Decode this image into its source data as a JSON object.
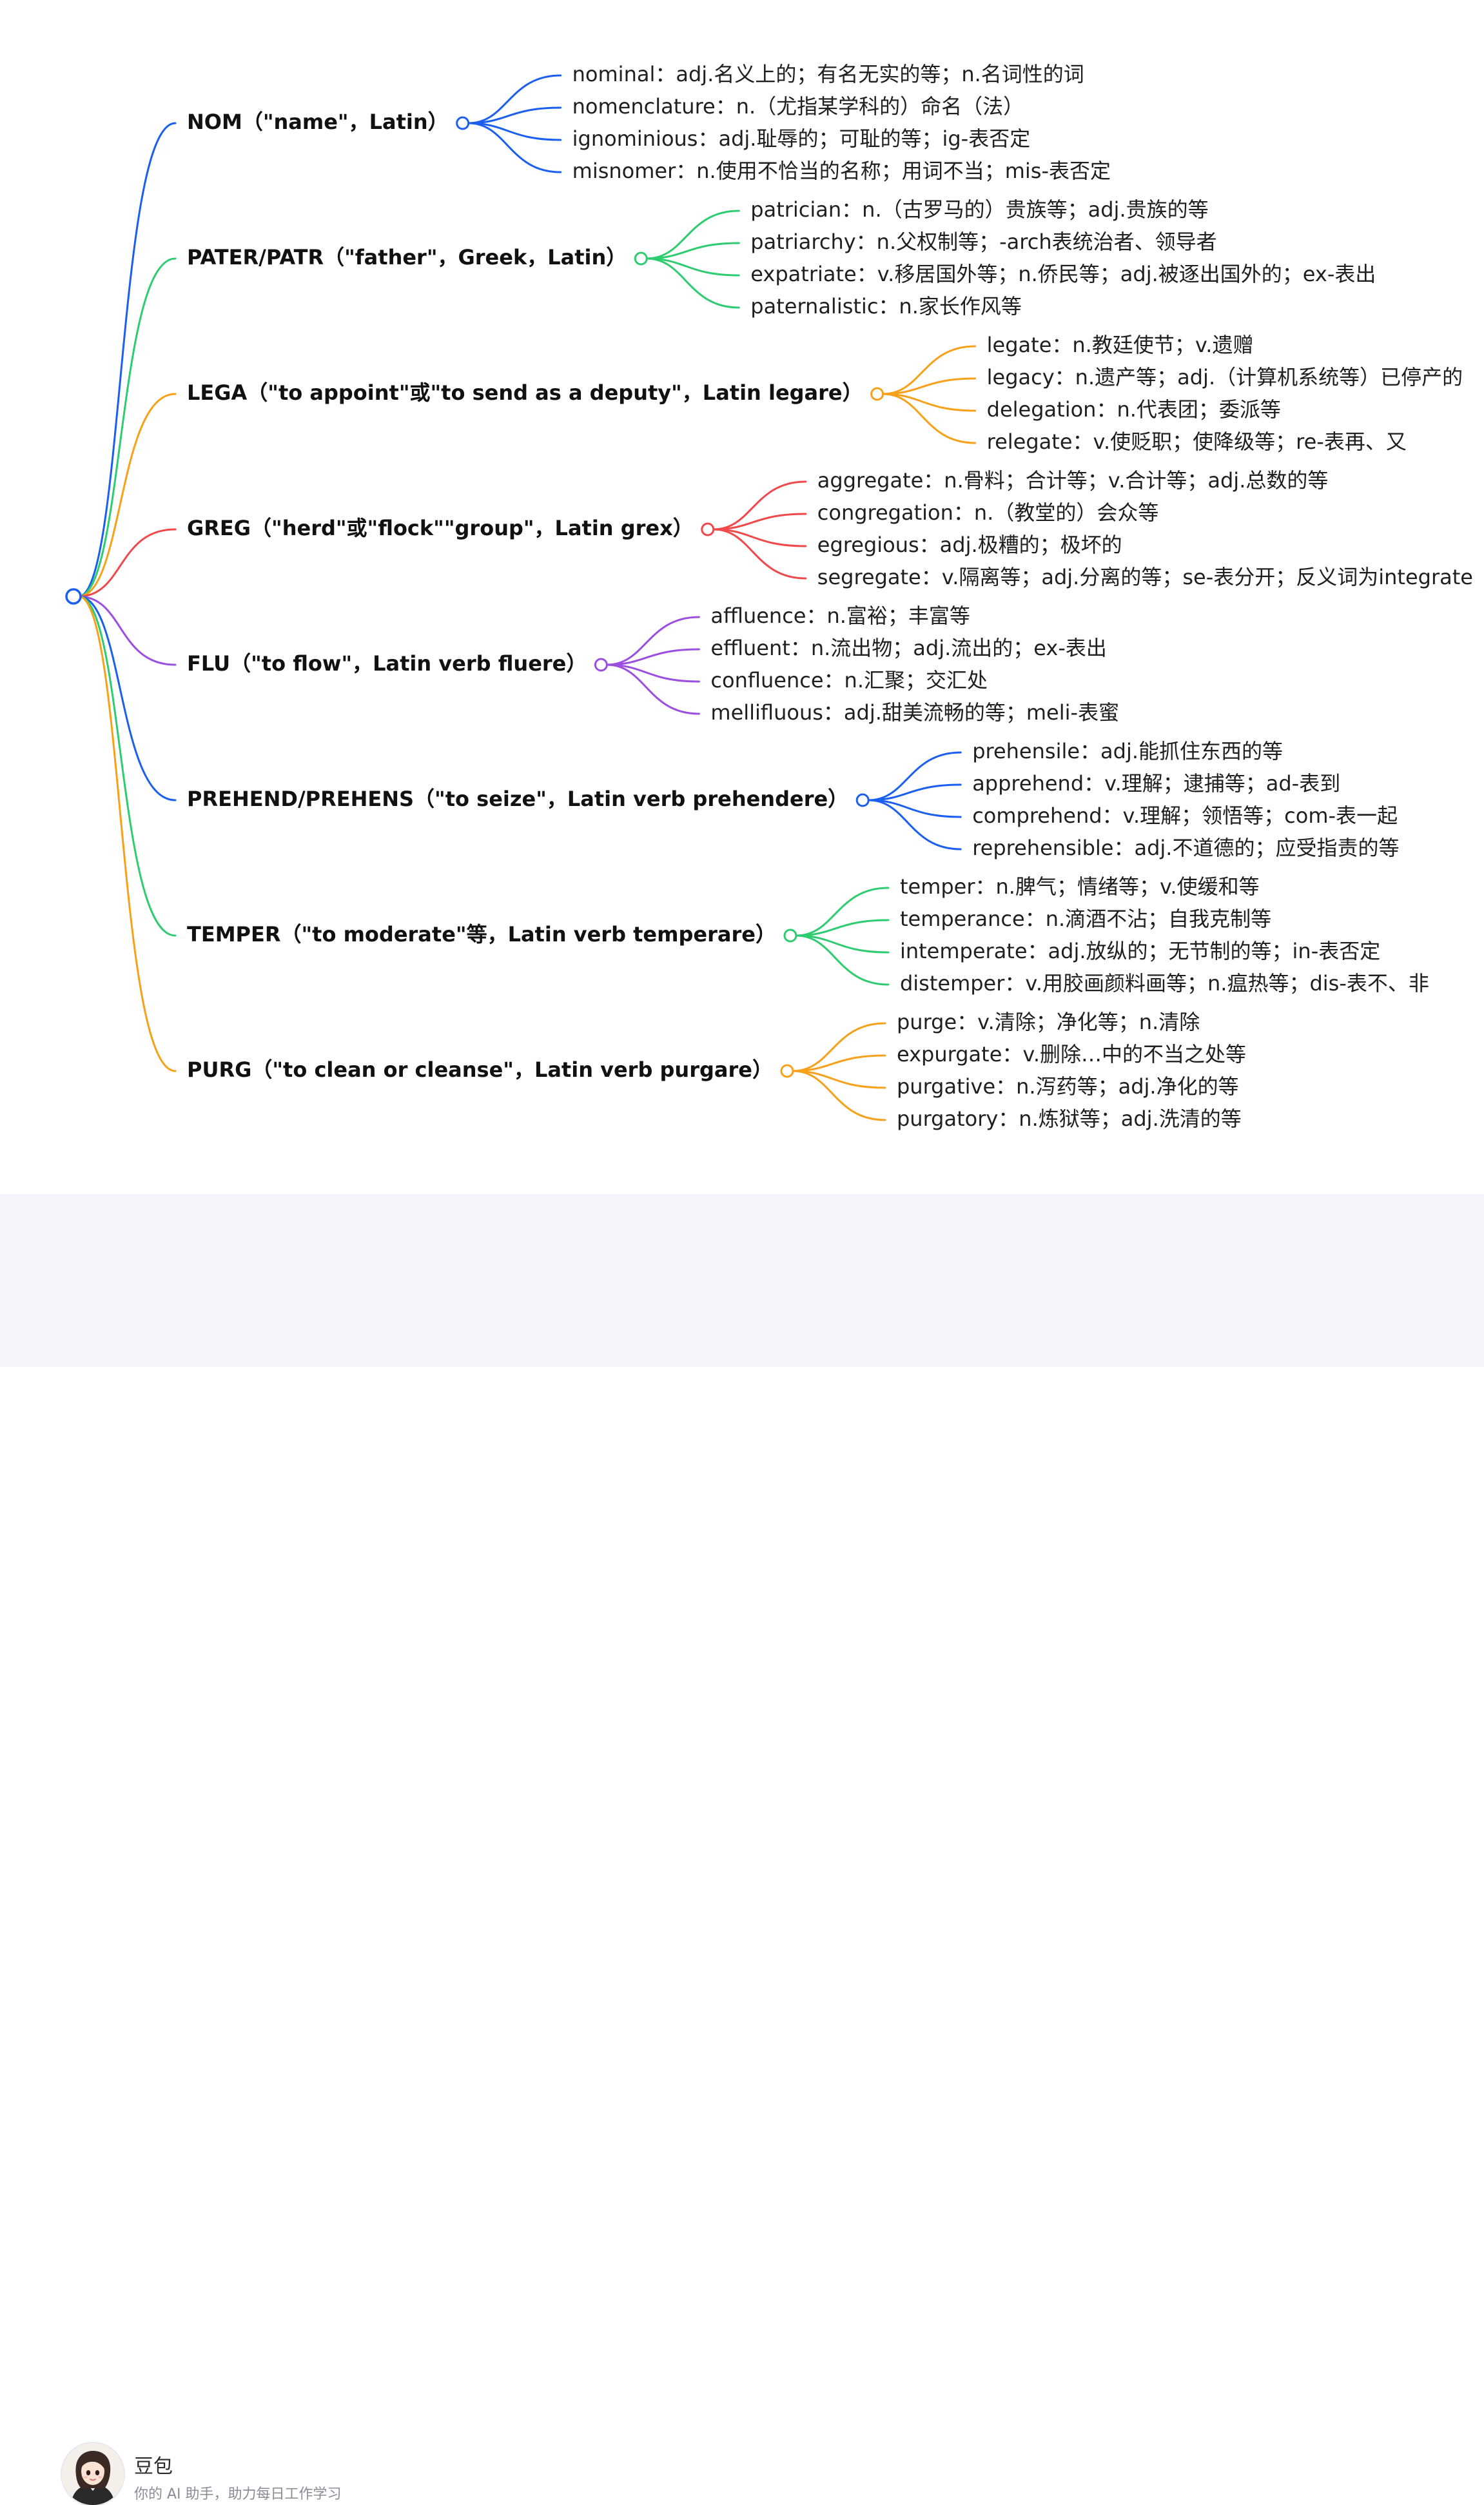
{
  "mindmap": {
    "branches": [
      {
        "label": "NOM（\"name\"，Latin）",
        "color": "#1a5ff0",
        "children": [
          "nominal：adj.名义上的；有名无实的等；n.名词性的词",
          "nomenclature：n.（尤指某学科的）命名（法）",
          "ignominious：adj.耻辱的；可耻的等；ig-表否定",
          "misnomer：n.使用不恰当的名称；用词不当；mis-表否定"
        ]
      },
      {
        "label": "PATER/PATR（\"father\"，Greek，Latin）",
        "color": "#2ecc71",
        "children": [
          "patrician：n.（古罗马的）贵族等；adj.贵族的等",
          "patriarchy：n.父权制等；-arch表统治者、领导者",
          "expatriate：v.移居国外等；n.侨民等；adj.被逐出国外的；ex-表出",
          "paternalistic：n.家长作风等"
        ]
      },
      {
        "label": "LEGA（\"to appoint\"或\"to send as a deputy\"，Latin legare）",
        "color": "#f7a11a",
        "children": [
          "legate：n.教廷使节；v.遗赠",
          "legacy：n.遗产等；adj.（计算机系统等）已停产的",
          "delegation：n.代表团；委派等",
          "relegate：v.使贬职；使降级等；re-表再、又"
        ]
      },
      {
        "label": "GREG（\"herd\"或\"flock\"\"group\"，Latin grex）",
        "color": "#f0484b",
        "children": [
          "aggregate：n.骨料；合计等；v.合计等；adj.总数的等",
          "congregation：n.（教堂的）会众等",
          "egregious：adj.极糟的；极坏的",
          "segregate：v.隔离等；adj.分离的等；se-表分开；反义词为integrate"
        ]
      },
      {
        "label": "FLU（\"to flow\"，Latin verb fluere）",
        "color": "#9b4fe0",
        "children": [
          "affluence：n.富裕；丰富等",
          "effluent：n.流出物；adj.流出的；ex-表出",
          "confluence：n.汇聚；交汇处",
          "mellifluous：adj.甜美流畅的等；meli-表蜜"
        ]
      },
      {
        "label": "PREHEND/PREHENS（\"to seize\"，Latin verb prehendere）",
        "color": "#1a5ff0",
        "children": [
          "prehensile：adj.能抓住东西的等",
          "apprehend：v.理解；逮捕等；ad-表到",
          "comprehend：v.理解；领悟等；com-表一起",
          "reprehensible：adj.不道德的；应受指责的等"
        ]
      },
      {
        "label": "TEMPER（\"to moderate\"等，Latin verb temperare）",
        "color": "#2ecc71",
        "children": [
          "temper：n.脾气；情绪等；v.使缓和等",
          "temperance：n.滴酒不沾；自我克制等",
          "intemperate：adj.放纵的；无节制的等；in-表否定",
          "distemper：v.用胶画颜料画等；n.瘟热等；dis-表不、非"
        ]
      },
      {
        "label": "PURG（\"to clean or cleanse\"，Latin verb purgare）",
        "color": "#f7a11a",
        "children": [
          "purge：v.清除；净化等；n.清除",
          "expurgate：v.删除…中的不当之处等",
          "purgative：n.泻药等；adj.净化的等",
          "purgatory：n.炼狱等；adj.洗清的等"
        ]
      }
    ]
  },
  "footer": {
    "brand_name": "豆包",
    "tagline": "你的 AI 助手，助力每日工作学习",
    "avatar_icon": "assistant-avatar-icon"
  }
}
